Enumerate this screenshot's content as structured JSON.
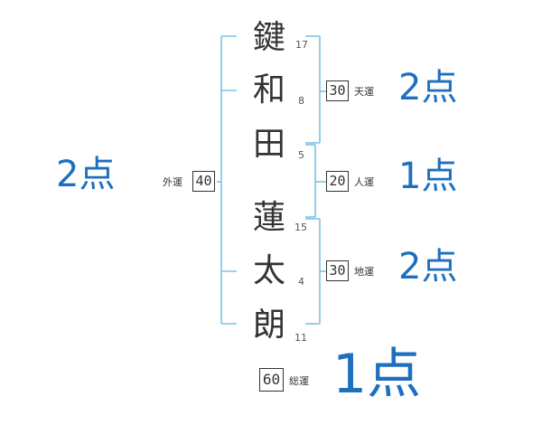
{
  "colors": {
    "bracket": "#7cc3e4",
    "result": "#1f6fbf",
    "text": "#333333"
  },
  "characters": [
    {
      "char": "鍵",
      "strokes": "17"
    },
    {
      "char": "和",
      "strokes": "8"
    },
    {
      "char": "田",
      "strokes": "5"
    },
    {
      "char": "蓮",
      "strokes": "15"
    },
    {
      "char": "太",
      "strokes": "4"
    },
    {
      "char": "朗",
      "strokes": "11"
    }
  ],
  "fortunes": {
    "gaiun": {
      "label": "外運",
      "value": "40",
      "result": "2点"
    },
    "tenun": {
      "label": "天運",
      "value": "30",
      "result": "2点"
    },
    "jinun": {
      "label": "人運",
      "value": "20",
      "result": "1点"
    },
    "chiun": {
      "label": "地運",
      "value": "30",
      "result": "2点"
    },
    "souun": {
      "label": "総運",
      "value": "60",
      "result": "1点"
    }
  }
}
